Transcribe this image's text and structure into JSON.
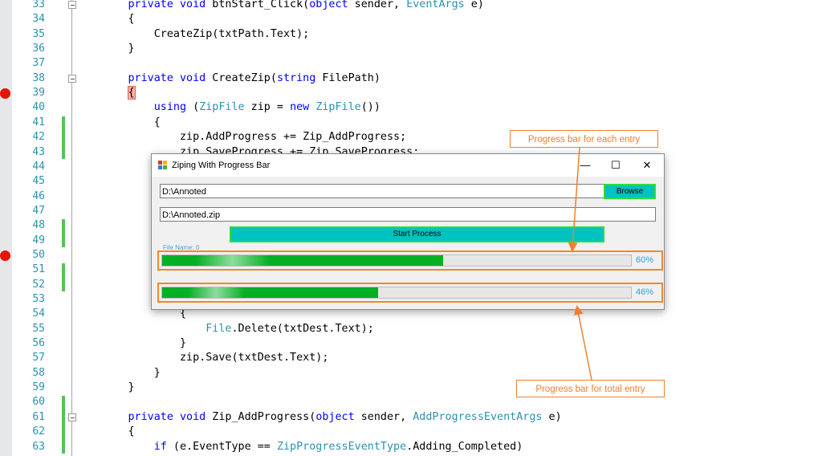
{
  "editor": {
    "lines": [
      {
        "n": "33",
        "tokens": [
          {
            "c": "        "
          },
          {
            "c": "private void",
            "k": "k"
          },
          {
            "c": " btnStart_Click("
          },
          {
            "c": "object",
            "k": "k"
          },
          {
            "c": " sender, "
          },
          {
            "c": "EventArgs",
            "k": "t"
          },
          {
            "c": " e)"
          }
        ]
      },
      {
        "n": "34",
        "tokens": [
          {
            "c": "        {"
          }
        ]
      },
      {
        "n": "35",
        "tokens": [
          {
            "c": "            CreateZip(txtPath.Text);"
          }
        ]
      },
      {
        "n": "36",
        "tokens": [
          {
            "c": "        }"
          }
        ]
      },
      {
        "n": "37",
        "tokens": []
      },
      {
        "n": "38",
        "tokens": [
          {
            "c": "        "
          },
          {
            "c": "private void",
            "k": "k"
          },
          {
            "c": " CreateZip("
          },
          {
            "c": "string",
            "k": "k"
          },
          {
            "c": " FilePath)"
          }
        ]
      },
      {
        "n": "39",
        "tokens": [
          {
            "c": "        "
          },
          {
            "c": "{",
            "k": "caret"
          }
        ]
      },
      {
        "n": "40",
        "tokens": [
          {
            "c": "            "
          },
          {
            "c": "using",
            "k": "k"
          },
          {
            "c": " ("
          },
          {
            "c": "ZipFile",
            "k": "t"
          },
          {
            "c": " zip = "
          },
          {
            "c": "new",
            "k": "k"
          },
          {
            "c": " "
          },
          {
            "c": "ZipFile",
            "k": "t"
          },
          {
            "c": "())"
          }
        ]
      },
      {
        "n": "41",
        "tokens": [
          {
            "c": "            {"
          }
        ]
      },
      {
        "n": "42",
        "tokens": [
          {
            "c": "                zip.AddProgress += Zip_AddProgress;"
          }
        ]
      },
      {
        "n": "43",
        "tokens": [
          {
            "c": "                zip.SaveProgress += Zip_SaveProgress;"
          }
        ]
      },
      {
        "n": "44",
        "tokens": []
      },
      {
        "n": "45",
        "tokens": []
      },
      {
        "n": "46",
        "tokens": []
      },
      {
        "n": "47",
        "tokens": []
      },
      {
        "n": "48",
        "tokens": []
      },
      {
        "n": "49",
        "tokens": []
      },
      {
        "n": "50",
        "tokens": []
      },
      {
        "n": "51",
        "tokens": []
      },
      {
        "n": "52",
        "tokens": []
      },
      {
        "n": "53",
        "tokens": []
      },
      {
        "n": "54",
        "tokens": [
          {
            "c": "                {"
          }
        ]
      },
      {
        "n": "55",
        "tokens": [
          {
            "c": "                    "
          },
          {
            "c": "File",
            "k": "t"
          },
          {
            "c": ".Delete(txtDest.Text);"
          }
        ]
      },
      {
        "n": "56",
        "tokens": [
          {
            "c": "                }"
          }
        ]
      },
      {
        "n": "57",
        "tokens": [
          {
            "c": "                zip.Save(txtDest.Text);"
          }
        ]
      },
      {
        "n": "58",
        "tokens": [
          {
            "c": "            }"
          }
        ]
      },
      {
        "n": "59",
        "tokens": [
          {
            "c": "        }"
          }
        ]
      },
      {
        "n": "60",
        "tokens": []
      },
      {
        "n": "61",
        "tokens": [
          {
            "c": "        "
          },
          {
            "c": "private void",
            "k": "k"
          },
          {
            "c": " Zip_AddProgress("
          },
          {
            "c": "object",
            "k": "k"
          },
          {
            "c": " sender, "
          },
          {
            "c": "AddProgressEventArgs",
            "k": "t"
          },
          {
            "c": " e)"
          }
        ]
      },
      {
        "n": "62",
        "tokens": [
          {
            "c": "        {"
          }
        ]
      },
      {
        "n": "63",
        "tokens": [
          {
            "c": "            "
          },
          {
            "c": "if",
            "k": "k"
          },
          {
            "c": " (e.EventType == "
          },
          {
            "c": "ZipProgressEventType",
            "k": "t"
          },
          {
            "c": ".Adding_Completed)"
          }
        ]
      }
    ],
    "breakpoint_lines": [
      "39",
      "50"
    ],
    "changed_lines": [
      [
        "41",
        "43"
      ],
      [
        "48",
        "49"
      ],
      [
        "51",
        "52"
      ],
      [
        "60",
        "63"
      ]
    ],
    "fold_lines": [
      "33",
      "38",
      "61"
    ],
    "colors": {
      "keyword": "#0000ff",
      "type": "#2b91af",
      "line_number": "#2b91af",
      "breakpoint": "#e51400",
      "change_bar": "#57c15a"
    }
  },
  "window": {
    "title": "Ziping With Progress Bar",
    "icons": {
      "app": "app-icon",
      "minimize": "minimize-icon",
      "maximize": "maximize-icon",
      "close": "close-icon"
    },
    "path_value": "D:\\Annoted",
    "browse_label": "Browse",
    "dest_value": "D:\\Annoted.zip",
    "start_label": "Start Process",
    "file_name_label": "File Name: 0",
    "entry_progress": {
      "percent": 60,
      "label": "60%"
    },
    "total_progress": {
      "percent": 46,
      "label": "46%"
    },
    "colors": {
      "button": "#00c2c0",
      "button_border": "#2ddc3a",
      "progress_fill": "#06b025",
      "percent_text": "#2aa0e0",
      "highlight_border": "#ef8a2a"
    }
  },
  "annotations": {
    "each_entry": "Progress bar for each entry",
    "total_entry": "Progress bar for total entry",
    "color": "#ee7f2e"
  }
}
